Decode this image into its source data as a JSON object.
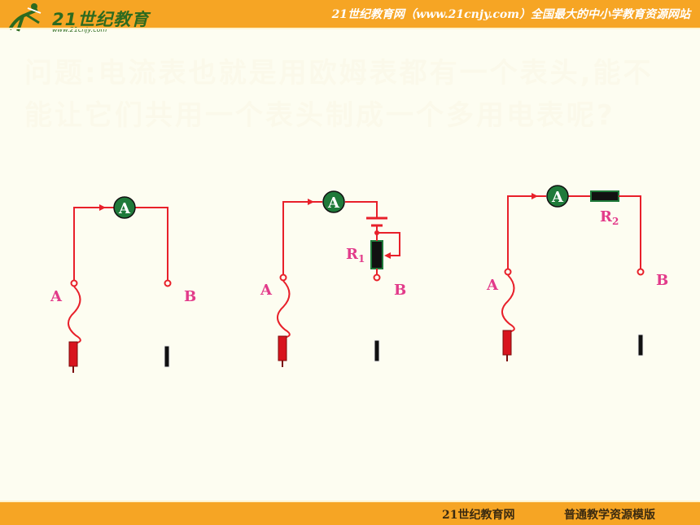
{
  "header": {
    "logo_text": "21世纪教育",
    "logo_url": "www.21cnjy.com",
    "site_title": "21世纪教育网（www.21cnjy.com）全国最大的中小学教育资源网站"
  },
  "question": "问题:电流表也就是用欧姆表都有一个表头,能不能让它们共用一个表头制成一个多用电表呢?",
  "circuits": {
    "meter": "A",
    "terminal_a": "A",
    "terminal_b": "B",
    "resistor1": "R",
    "resistor1_sub": "1",
    "resistor2": "R",
    "resistor2_sub": "2"
  },
  "footer": {
    "left": "21世纪教育网",
    "right": "普通教学资源模版"
  },
  "colors": {
    "band": "#f6a524",
    "wire": "#e8202a",
    "meter_fill": "#1f7a3a",
    "label_pink": "#e23a8a"
  }
}
